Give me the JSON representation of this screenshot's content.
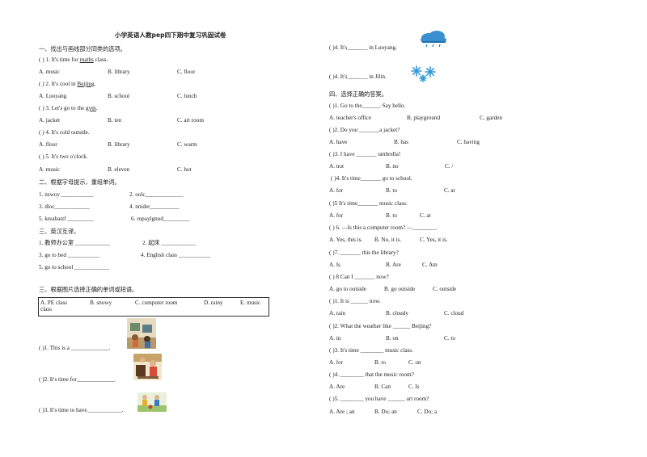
{
  "title": "小学英语人教pep四下期中复习巩固试卷",
  "section1": {
    "heading": "一、找出与画线部分同类的选项。",
    "items": [
      {
        "pre": "( ) 1. It's time for ",
        "word": "maths",
        "post": " class.",
        "a": "A. music",
        "b": "B. library",
        "c": "C. floor"
      },
      {
        "pre": "( ) 2. It's cool in ",
        "word": "Beijing",
        "post": ".",
        "a": "A. Luoyang",
        "b": "B. school",
        "c": "C. lunch"
      },
      {
        "pre": "( ) 3. Let's go to the ",
        "word": "gym",
        "post": ".",
        "a": "A. jacket",
        "b": "B. ten",
        "c": "C. art room"
      },
      {
        "pre": "( ) 4. It's cold outside.",
        "word": "",
        "post": "",
        "a": "A. floor",
        "b": "B. library",
        "c": "C. warm"
      },
      {
        "pre": "( ) 5. It's two o'clock.",
        "word": "",
        "post": "",
        "a": "A. music",
        "b": "B. eleven",
        "c": "C. hot"
      }
    ]
  },
  "section2": {
    "heading": "二、根据字母提示，重组单词。",
    "items": [
      "1. nswoy ___________",
      "2. oolc_____________",
      "3. dloc____________",
      "4. nnider__________",
      "5. kreabastf _________",
      "6. ropaylgnud_________"
    ]
  },
  "section3": {
    "heading": "三、英汉互译。",
    "items": [
      "1. 教师办公室 ____________",
      "2. 起床 ____________",
      "3. go to bed ___________",
      "4. English class ___________",
      "5. go to school ____________"
    ]
  },
  "section4": {
    "heading": "三、根据图片选择正确的单词或短语。",
    "options": [
      "A.  PE   class",
      "B.  snowy",
      "C.  computer  room",
      "D.  rainy",
      "E.  music"
    ],
    "option_wrap": "class",
    "items": [
      "(   )1. This is a _____________.",
      "(   )2. It's time for_____________.",
      "(   )3. It's time to have____________."
    ],
    "picture_items": [
      "(   )4. It's_______ in Luoyang.",
      "(   )4. It's_______ in Jilin."
    ]
  },
  "section5": {
    "heading": "四、选择正确的答案。",
    "items": [
      {
        "q": "( )1. Go to the______. Say hello.",
        "a": "A. teacher's office",
        "b": "B. playground",
        "c": "C. garden"
      },
      {
        "q": "( )2. Do you _______a jacket?",
        "a": "A. have",
        "b": "B. has",
        "c": "C. having"
      },
      {
        "q": "( )3. I have _______ umbrella!",
        "a": "A. not",
        "b": "B. no",
        "c": "C. /"
      },
      {
        "q": "( )4. It's time_______ go to school.",
        "a": "A. for",
        "b": "B. to",
        "c": "C. at"
      },
      {
        "q": "( )5 It's time_______ music class.",
        "a": "A. for",
        "b": "B. to",
        "c": "C. at"
      },
      {
        "q": "( ) 6. —Is this a computer room?  —________.",
        "a": "A. Yes, this is.",
        "b": "B. No, it is.",
        "c": "C. Yes, it is."
      },
      {
        "q": "( )7. _______ this the library?",
        "a": "A. Is",
        "b": "B.  Are",
        "c": "C. Am"
      },
      {
        "q": "( ) 8 Can I _______ now?",
        "a": "A. go to outside",
        "b": "B. go outside",
        "c": "C. outside"
      },
      {
        "q": "( )1. It is ______ now.",
        "a": "A. rain",
        "b": "B. cloudy",
        "c": "C. cloud"
      },
      {
        "q": "( )2. What the weather like ______ Beijing?",
        "a": "A. in",
        "b": "B. on",
        "c": "C. to"
      },
      {
        "q": "( )3. It's time ________ music class.",
        "a": "A. for",
        "b": "B. to",
        "c": "C. on"
      },
      {
        "q": "( )4. ________ that the music room?",
        "a": "A. Are",
        "b": "B. Can",
        "c": "C. Is"
      },
      {
        "q": "( )5. ________ you have ______ art room?",
        "a": "A. Are ; an",
        "b": "B. Do; an",
        "c": "C. Do; a"
      }
    ]
  },
  "colors": {
    "text": "#222222",
    "cloud": "#3a8fd0",
    "snow": "#2f9ad6"
  },
  "icons": [
    "cloud-rain-icon",
    "snowflake-icon"
  ]
}
